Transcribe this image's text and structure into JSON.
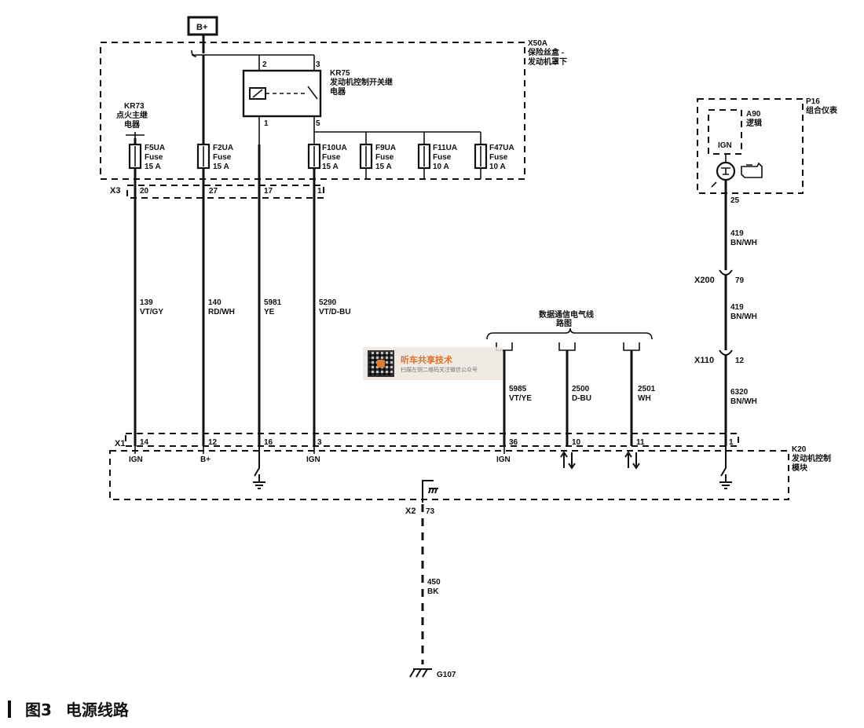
{
  "caption": {
    "figure": "图3",
    "title": "电源线路"
  },
  "watermark": {
    "title": "听车共享技术",
    "subtitle": "扫描左侧二维码关注微信公众号"
  },
  "supply": {
    "label": "B+"
  },
  "fuse_box": {
    "id": "X50A",
    "name_line1": "保险丝盒 -",
    "name_line2": "发动机罩下",
    "connector": "X3"
  },
  "relay_main": {
    "id": "KR73",
    "name_line1": "点火主继",
    "name_line2": "电器"
  },
  "relay_ctrl": {
    "id": "KR75",
    "name_line1": "发动机控制开关继",
    "name_line2": "电器",
    "pins": [
      "2",
      "3",
      "1",
      "5"
    ]
  },
  "fuses": [
    {
      "name": "F5UA",
      "type": "Fuse",
      "rating": "15 A"
    },
    {
      "name": "F2UA",
      "type": "Fuse",
      "rating": "15 A"
    },
    {
      "name": "F10UA",
      "type": "Fuse",
      "rating": "15 A"
    },
    {
      "name": "F9UA",
      "type": "Fuse",
      "rating": "15 A"
    },
    {
      "name": "F11UA",
      "type": "Fuse",
      "rating": "10 A"
    },
    {
      "name": "F47UA",
      "type": "Fuse",
      "rating": "10 A"
    }
  ],
  "x3_pins": [
    "20",
    "27",
    "17",
    "1"
  ],
  "wires": [
    {
      "circuit": "139",
      "color": "VT/GY"
    },
    {
      "circuit": "140",
      "color": "RD/WH"
    },
    {
      "circuit": "5981",
      "color": "YE"
    },
    {
      "circuit": "5290",
      "color": "VT/D-BU"
    },
    {
      "circuit": "5985",
      "color": "VT/YE"
    },
    {
      "circuit": "2500",
      "color": "D-BU"
    },
    {
      "circuit": "2501",
      "color": "WH"
    }
  ],
  "data_comm": {
    "line1": "数据通信电气线",
    "line2": "路图"
  },
  "ecm": {
    "id": "K20",
    "name_line1": "发动机控制",
    "name_line2": "模块",
    "connector1": "X1",
    "connector2": "X2",
    "x1_pins": [
      "14",
      "12",
      "16",
      "3",
      "36",
      "10",
      "11",
      "1"
    ],
    "x1_signals": [
      "IGN",
      "B+",
      "IGN",
      "IGN"
    ],
    "x2_pin": "73"
  },
  "cluster": {
    "id": "P16",
    "name": "组合仪表",
    "logic_id": "A90",
    "logic_name": "逻辑",
    "logic_label": "IGN",
    "pin": "25"
  },
  "inline_connectors": [
    {
      "id": "X200",
      "pin": "79"
    },
    {
      "id": "X110",
      "pin": "12"
    }
  ],
  "cluster_wires": [
    {
      "circuit": "419",
      "color": "BN/WH"
    },
    {
      "circuit": "419",
      "color": "BN/WH"
    },
    {
      "circuit": "6320",
      "color": "BN/WH"
    }
  ],
  "ground_wire": {
    "circuit": "450",
    "color": "BK",
    "ground": "G107"
  }
}
